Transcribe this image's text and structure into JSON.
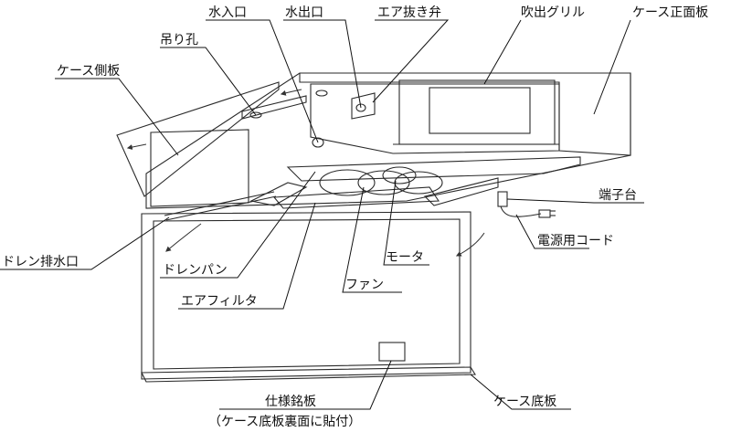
{
  "colors": {
    "panel_fill": "#e6e3ef",
    "panel_light": "#eeebf5",
    "panel_dark": "#d7d3e2",
    "drain_pan": "#dfa2cf",
    "fan": "#9fd49a",
    "motor": "#f4ec3e",
    "filter": "#6f6f6f",
    "line": "#2a2a2a"
  },
  "labels": {
    "water_inlet": "水入口",
    "water_outlet": "水出口",
    "air_vent_valve": "エア抜き弁",
    "outlet_grille": "吹出グリル",
    "case_front_panel": "ケース正面板",
    "hanging_hole": "吊り孔",
    "case_side_panel": "ケース側板",
    "terminal_block": "端子台",
    "power_cord": "電源用コード",
    "drain_outlet": "ドレン排水口",
    "drain_pan": "ドレンパン",
    "motor": "モータ",
    "fan": "ファン",
    "air_filter": "エアフィルタ",
    "nameplate": "仕様銘板",
    "nameplate_note": "（ケース底板裏面に貼付）",
    "case_bottom_panel": "ケース底板"
  }
}
